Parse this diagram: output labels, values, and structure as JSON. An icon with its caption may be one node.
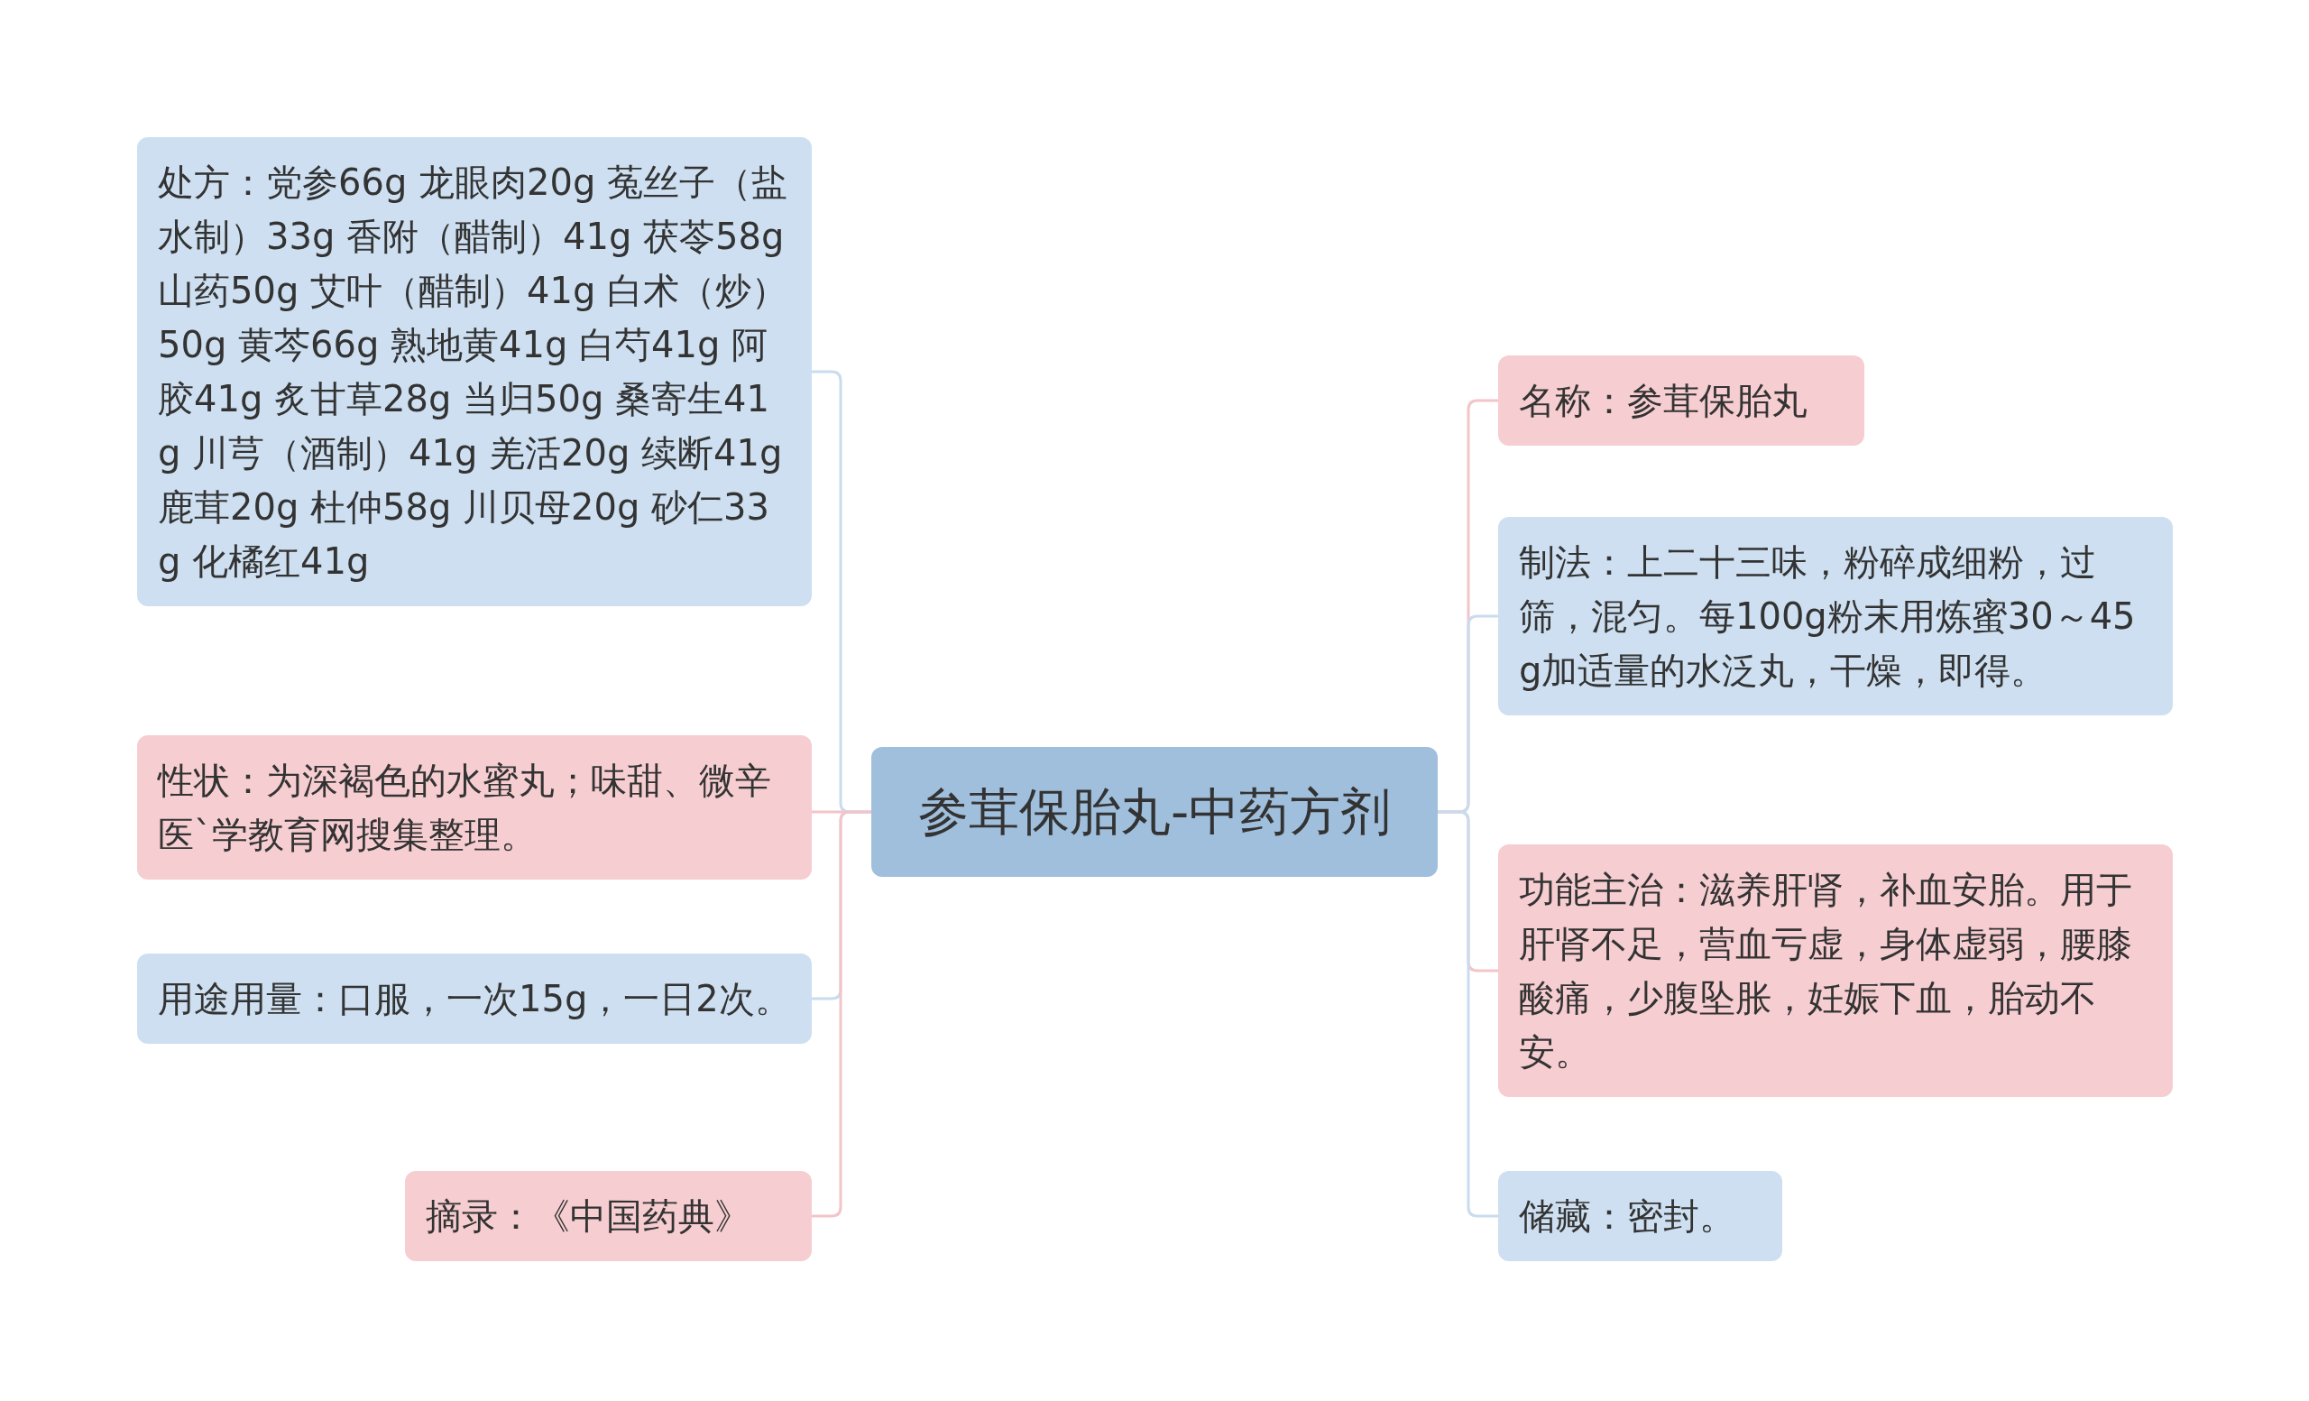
{
  "diagram": {
    "nodes": [
      {
        "text": [
          "参茸保胎丸-中药方剂"
        ]
      },
      {
        "text": [
          "处方：党参66g 龙眼肉20g 菟丝子（盐水制）33g 香附（醋制）41g 茯苓58g 山药50g 艾叶（醋制）41g 白术（炒）50g 黄芩66g 熟地黄41g 白芍41g 阿胶41g 炙甘草28g 当归50g 桑寄生41g 川芎（酒制）41g 羌活20g 续断41g 鹿茸20g 杜仲58g 川贝母20g 砂仁33g 化橘红41g"
        ]
      },
      {
        "text": [
          "性状：为深褐色的水蜜丸；味甜、微辛医`学教育网搜集整理。"
        ]
      },
      {
        "text": [
          "用途用量：口服，一次15g，一日2次。"
        ]
      },
      {
        "text": [
          "摘录：《中国药典》"
        ]
      },
      {
        "text": [
          "名称：参茸保胎丸"
        ]
      },
      {
        "text": [
          "制法：上二十三味，粉碎成细粉，过筛，混匀。每100g粉末用炼蜜30～45g加适量的水泛丸，干燥，即得。"
        ]
      },
      {
        "text": [
          "功能主治：滋养肝肾，补血安胎。用于肝肾不足，营血亏虚，身体虚弱，腰膝酸痛，少腹坠胀，妊娠下血，胎动不安。"
        ]
      },
      {
        "text": [
          "储藏：密封。"
        ]
      }
    ],
    "edges": [
      {
        "from": 0,
        "to": 1,
        "arrow": "none",
        "color": "#c9dcee"
      },
      {
        "from": 0,
        "to": 2,
        "arrow": "none",
        "color": "#f3c4c8"
      },
      {
        "from": 0,
        "to": 3,
        "arrow": "none",
        "color": "#c9dcee"
      },
      {
        "from": 0,
        "to": 4,
        "arrow": "none",
        "color": "#f3c4c8"
      },
      {
        "from": 0,
        "to": 5,
        "arrow": "none",
        "color": "#f3c4c8"
      },
      {
        "from": 0,
        "to": 6,
        "arrow": "none",
        "color": "#c9dcee"
      },
      {
        "from": 0,
        "to": 7,
        "arrow": "none",
        "color": "#f3c4c8"
      },
      {
        "from": 0,
        "to": 8,
        "arrow": "none",
        "color": "#c9dcee"
      }
    ]
  }
}
